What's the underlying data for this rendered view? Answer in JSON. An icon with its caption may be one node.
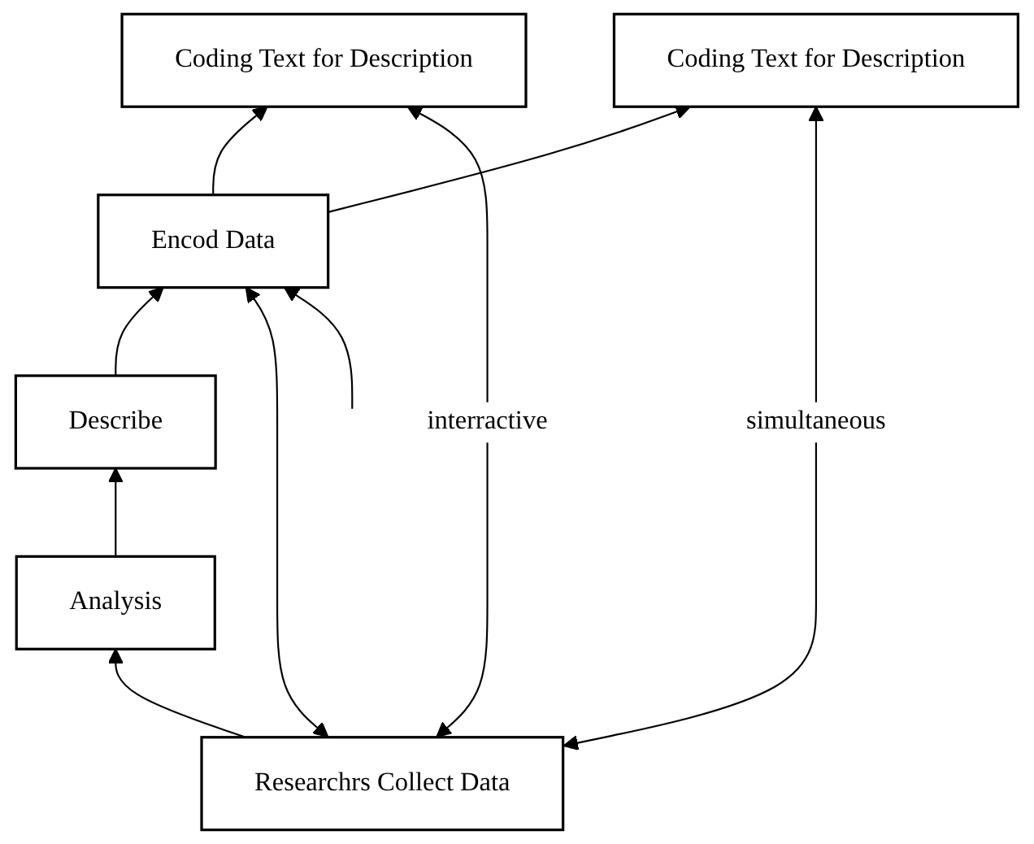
{
  "diagram": {
    "nodes": [
      {
        "text": [
          "Coding Text for Description"
        ]
      },
      {
        "text": [
          "Coding Text for Description"
        ]
      },
      {
        "text": [
          "Encod Data"
        ]
      },
      {
        "text": [
          "Describe"
        ]
      },
      {
        "text": [
          "Analysis"
        ]
      },
      {
        "text": [
          "Researchrs Collect Data"
        ]
      }
    ],
    "edges": [
      {
        "from": 2,
        "to": 0,
        "arrow": "to"
      },
      {
        "from": 2,
        "to": 1,
        "arrow": "to"
      },
      {
        "from": 3,
        "to": 2,
        "arrow": "to"
      },
      {
        "from": 4,
        "to": 3,
        "arrow": "to"
      },
      {
        "from": 5,
        "to": 4,
        "arrow": "to"
      },
      {
        "from": 5,
        "to": 0,
        "arrow": "both",
        "label": "interractive"
      },
      {
        "from": 5,
        "to": 2,
        "arrow": "both"
      },
      {
        "from": 5,
        "to": 1,
        "arrow": "both",
        "label": "simultaneous"
      },
      {
        "from": null,
        "to": 2,
        "arrow": "to"
      }
    ]
  }
}
